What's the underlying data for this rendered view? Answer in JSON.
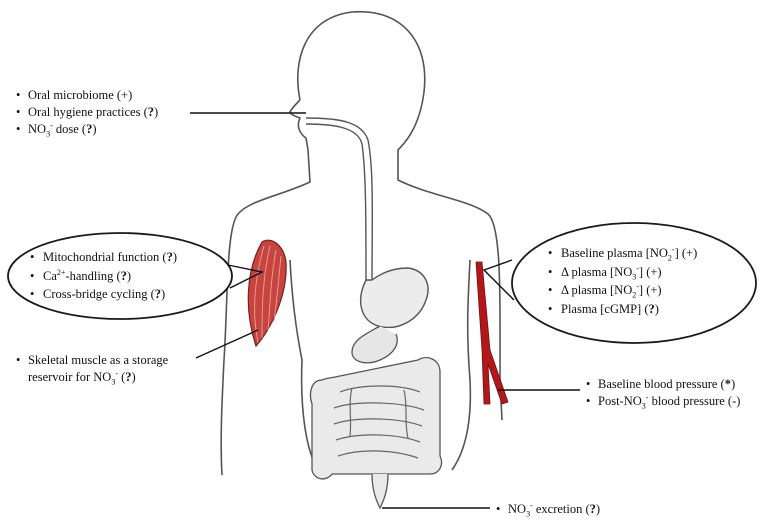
{
  "labels": {
    "oral": [
      {
        "pre": "Oral microbiome (+)",
        "chem": "",
        "post": ""
      },
      {
        "pre": "Oral hygiene practices (",
        "chem": "",
        "post": "?)"
      },
      {
        "pre": "NO",
        "chem": "3",
        "post": " dose (?)"
      }
    ],
    "muscle_oval": [
      {
        "text": "Mitochondrial function (?)"
      },
      {
        "text": "Ca2+-handling (?)"
      },
      {
        "text": "Cross-bridge cycling (?)"
      }
    ],
    "muscle_storage": [
      "Skeletal muscle as a storage",
      "reservoir for NO3- (?)"
    ],
    "blood_oval": [
      "Baseline plasma [NO2-] (+)",
      "Δ plasma [NO3-] (+)",
      "Δ plasma [NO2-] (+)",
      "Plasma [cGMP] (?)"
    ],
    "bp": [
      "Baseline blood pressure (*)",
      "Post-NO3- blood pressure (-)"
    ],
    "excretion": "NO3- excretion (?)"
  },
  "colors": {
    "muscle": "#c8453f",
    "vessel": "#b0181a",
    "outline": "#1a1a1a",
    "body_outline": "#555555",
    "gut_fill": "#e8e8e8"
  }
}
